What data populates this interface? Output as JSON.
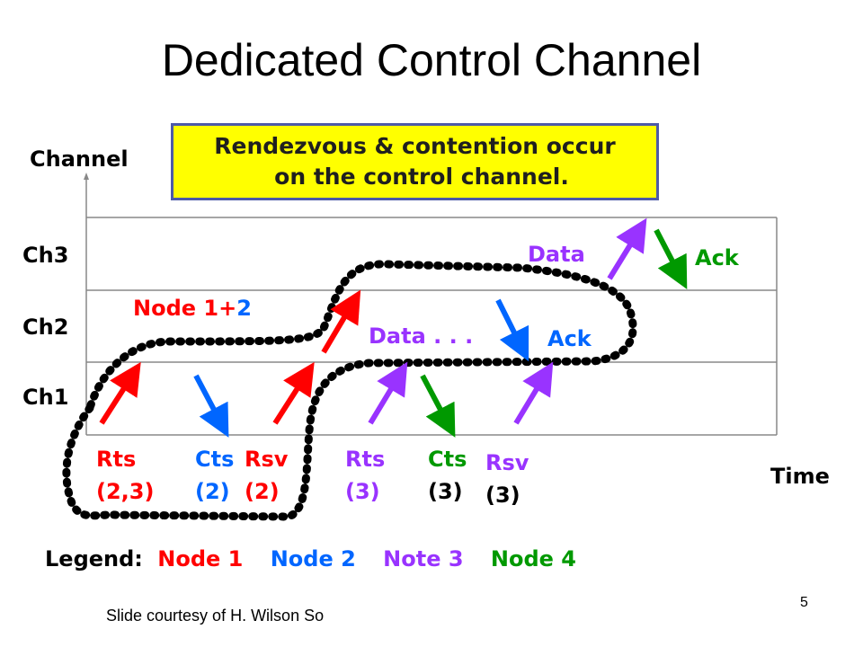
{
  "title": "Dedicated Control Channel",
  "callout": {
    "line1": "Rendezvous & contention occur",
    "line2": "on the control channel."
  },
  "axis": {
    "y_label": "Channel",
    "x_label": "Time"
  },
  "channels": [
    "Ch3",
    "Ch2",
    "Ch1"
  ],
  "colors": {
    "node1": "#ff0000",
    "node2": "#0066ff",
    "node3": "#9933ff",
    "node4": "#009900",
    "callout_bg": "#ffff00",
    "callout_border": "#4d5aa8"
  },
  "annotations": {
    "node12_a": "Node 1",
    "node12_plus": "+",
    "node12_b": "2",
    "data_ch2": "Data . . .",
    "ack_ch2": "Ack",
    "data_ch3": "Data",
    "ack_ch3": "Ack"
  },
  "events": [
    {
      "name": "Rts",
      "arg": "(2,3)",
      "node": "node1"
    },
    {
      "name": "Cts",
      "arg": "(2)",
      "node": "node2"
    },
    {
      "name": "Rsv",
      "arg": "(2)",
      "node": "node1"
    },
    {
      "name": "Rts",
      "arg": "(3)",
      "node": "node3"
    },
    {
      "name": "Cts",
      "arg": "(3)",
      "node": "node4"
    },
    {
      "name": "Rsv",
      "arg": "(3)",
      "node": "node3"
    }
  ],
  "legend": {
    "label": "Legend:",
    "items": [
      "Node 1",
      "Node 2",
      "Note 3",
      "Node 4"
    ]
  },
  "footer": "Slide courtesy of H. Wilson So",
  "slide_number": "5"
}
